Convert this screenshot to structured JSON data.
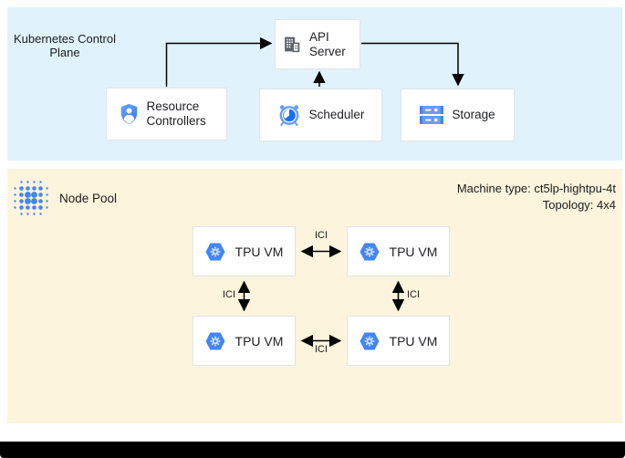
{
  "control_plane": {
    "title": "Kubernetes Control Plane",
    "api_server": {
      "label": "API Server",
      "icon": "building-icon"
    },
    "resource_controllers": {
      "label": "Resource Controllers",
      "icon": "shield-user-icon"
    },
    "scheduler": {
      "label": "Scheduler",
      "icon": "alarm-clock-icon"
    },
    "storage": {
      "label": "Storage",
      "icon": "disk-array-icon"
    },
    "edges": [
      {
        "from": "Resource Controllers",
        "to": "API Server"
      },
      {
        "from": "Scheduler",
        "to": "API Server"
      },
      {
        "from": "API Server",
        "to": "Storage"
      }
    ]
  },
  "node_pool": {
    "title": "Node Pool",
    "icon": "dot-grid-icon",
    "machine_type": "Machine type: ct5lp-hightpu-4t",
    "topology": "Topology: 4x4",
    "vms": [
      {
        "label": "TPU VM",
        "icon": "tpu-hexagon-icon",
        "position": "top-left"
      },
      {
        "label": "TPU VM",
        "icon": "tpu-hexagon-icon",
        "position": "top-right"
      },
      {
        "label": "TPU VM",
        "icon": "tpu-hexagon-icon",
        "position": "bottom-left"
      },
      {
        "label": "TPU VM",
        "icon": "tpu-hexagon-icon",
        "position": "bottom-right"
      }
    ],
    "links": [
      {
        "label": "ICI",
        "between": "top-left ↔ top-right"
      },
      {
        "label": "ICI",
        "between": "top-left ↕ bottom-left"
      },
      {
        "label": "ICI",
        "between": "top-right ↕ bottom-right"
      },
      {
        "label": "ICI",
        "between": "bottom-left ↔ bottom-right"
      }
    ]
  },
  "colors": {
    "control_plane_bg": "#e0f2fc",
    "node_pool_bg": "#fcf4dd",
    "box_border": "#e2e4e8",
    "arrow": "#000000",
    "google_blue": "#4285f4",
    "medium_blue": "#669df6",
    "light_blue": "#d2e3fc",
    "dark_blue": "#1b6ef3",
    "icon_gray": "#5f6368",
    "text": "#202124"
  }
}
